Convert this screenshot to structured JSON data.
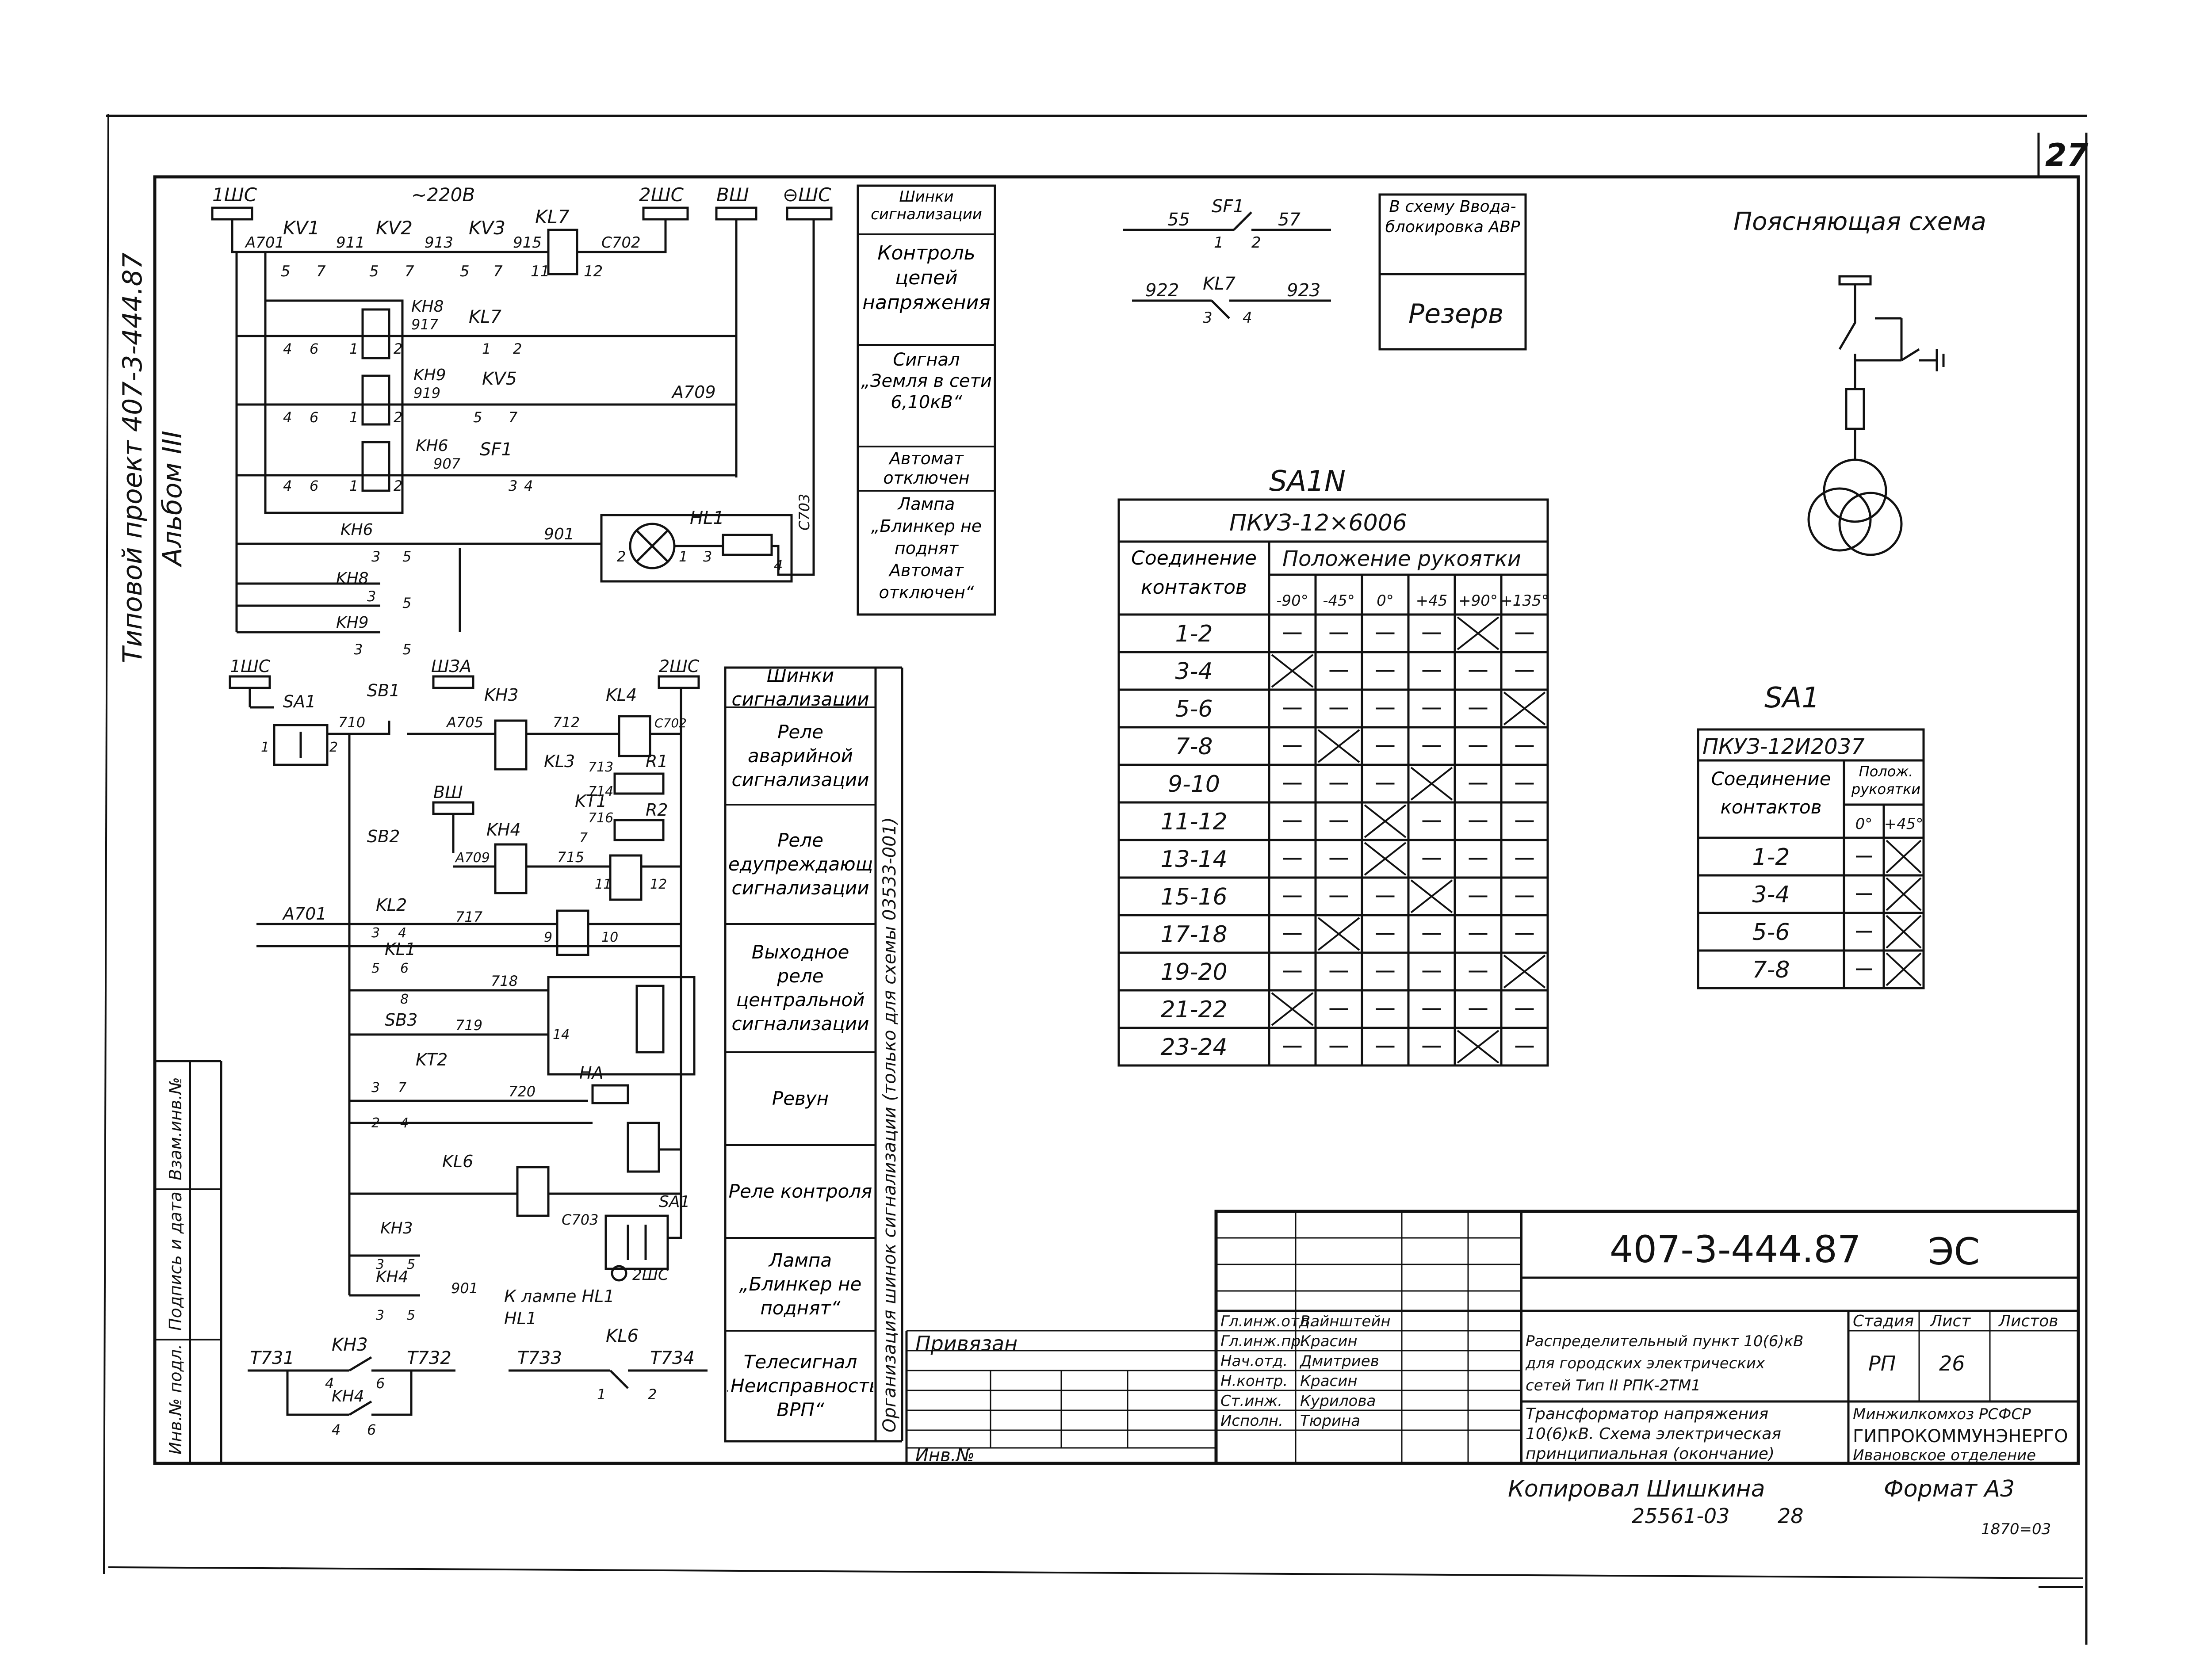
{
  "sheet": {
    "page_number": "27",
    "copied_by": "Копировал Шишкина",
    "copy_number": "25561-03",
    "copy_suffix": "28",
    "format": "Формат А3",
    "corner_note": "1870=03"
  },
  "side_labels": {
    "project": "Типовой проект 407-3-444.87",
    "album": "Альбом III",
    "stamps": [
      "Инв.№ подл.",
      "Подпись и дата",
      "Взам.инв.№"
    ]
  },
  "upper_circuit": {
    "bus_left": "1ШС",
    "bus_sigs": [
      "2ШС",
      "ВШ",
      "⊖ШС"
    ],
    "supply": "~220В",
    "top_relays": [
      "KV1",
      "KV2",
      "KV3",
      "KL7"
    ],
    "top_wires": [
      "A701",
      "911",
      "913",
      "915",
      "С702"
    ],
    "top_pins": [
      "5",
      "7",
      "5",
      "7",
      "5",
      "7",
      "11",
      "12"
    ],
    "rows": [
      {
        "relay": "KH8",
        "wire": "917",
        "contact": "KL7",
        "pins": [
          "4",
          "6",
          "1",
          "2"
        ],
        "end_pins": [
          "1",
          "2"
        ],
        "line": ""
      },
      {
        "relay": "KH9",
        "wire": "919",
        "contact": "KV5",
        "pins": [
          "4",
          "6",
          "1",
          "2"
        ],
        "end_pins": [
          "5",
          "7"
        ],
        "line": "A709"
      },
      {
        "relay": "KH6",
        "wire": "907",
        "contact": "SF1",
        "pins": [
          "4",
          "6",
          "1",
          "2"
        ],
        "end_pins": [
          "3",
          "4"
        ],
        "line": ""
      }
    ],
    "lamp": {
      "name": "HL1",
      "wire": "901",
      "pins": [
        "2",
        "1",
        "3",
        "4"
      ],
      "side_wire": "С703"
    },
    "buttons": [
      {
        "name": "KH6",
        "pins": [
          "3",
          "5"
        ]
      },
      {
        "name": "KH8",
        "pins": [
          "3",
          "5"
        ]
      },
      {
        "name": "KH9",
        "pins": [
          "3",
          "5"
        ]
      }
    ]
  },
  "upper_legend": [
    "Шинки сигнализации",
    "Контроль цепей напряжения",
    "Сигнал „Земля в сети 6,10кВ“",
    "Автомат отключен",
    "Лампа „Блинкер не поднят Автомат отключен“"
  ],
  "sf1_block": {
    "contact1": {
      "name": "SF1",
      "left_wire": "55",
      "right_wire": "57",
      "pins": [
        "1",
        "2"
      ]
    },
    "contact2": {
      "name": "KL7",
      "left_wire": "922",
      "right_wire": "923",
      "pins": [
        "3",
        "4"
      ]
    },
    "note": "В схему Ввода-блокировка АВР",
    "reserve": "Резерв"
  },
  "explanatory": {
    "title": "Поясняющая схема"
  },
  "sa1n": {
    "title": "SA1N",
    "type": "ПКУЗ-12×6006",
    "header_left": "Соединение контактов",
    "header_right": "Положение рукоятки",
    "positions": [
      "-90°",
      "-45°",
      "0°",
      "+45",
      "+90°",
      "+135°"
    ],
    "rows": [
      {
        "contacts": "1-2",
        "marks": [
          "-",
          "-",
          "-",
          "-",
          "x",
          "-"
        ]
      },
      {
        "contacts": "3-4",
        "marks": [
          "x",
          "-",
          "-",
          "-",
          "-",
          "-"
        ]
      },
      {
        "contacts": "5-6",
        "marks": [
          "-",
          "-",
          "-",
          "-",
          "-",
          "x"
        ]
      },
      {
        "contacts": "7-8",
        "marks": [
          "-",
          "x",
          "-",
          "-",
          "-",
          "-"
        ]
      },
      {
        "contacts": "9-10",
        "marks": [
          "-",
          "-",
          "-",
          "x",
          "-",
          "-"
        ]
      },
      {
        "contacts": "11-12",
        "marks": [
          "-",
          "-",
          "x",
          "-",
          "-",
          "-"
        ]
      },
      {
        "contacts": "13-14",
        "marks": [
          "-",
          "-",
          "x",
          "-",
          "-",
          "-"
        ]
      },
      {
        "contacts": "15-16",
        "marks": [
          "-",
          "-",
          "-",
          "x",
          "-",
          "-"
        ]
      },
      {
        "contacts": "17-18",
        "marks": [
          "-",
          "x",
          "-",
          "-",
          "-",
          "-"
        ]
      },
      {
        "contacts": "19-20",
        "marks": [
          "-",
          "-",
          "-",
          "-",
          "-",
          "x"
        ]
      },
      {
        "contacts": "21-22",
        "marks": [
          "x",
          "-",
          "-",
          "-",
          "-",
          "-"
        ]
      },
      {
        "contacts": "23-24",
        "marks": [
          "-",
          "-",
          "-",
          "-",
          "x",
          "-"
        ]
      }
    ]
  },
  "sa1": {
    "title": "SA1",
    "type": "ПКУЗ-12И2037",
    "header_left": "Соединение контактов",
    "header_right": "Полож. рукоятки",
    "positions": [
      "0°",
      "+45°"
    ],
    "rows": [
      {
        "contacts": "1-2",
        "marks": [
          "-",
          "x"
        ]
      },
      {
        "contacts": "3-4",
        "marks": [
          "-",
          "x"
        ]
      },
      {
        "contacts": "5-6",
        "marks": [
          "-",
          "x"
        ]
      },
      {
        "contacts": "7-8",
        "marks": [
          "-",
          "x"
        ]
      }
    ]
  },
  "lower_circuit": {
    "buses": [
      "1ШС",
      "ШЗА",
      "2ШС",
      "ВШ"
    ],
    "elements": [
      {
        "name": "SA1"
      },
      {
        "name": "SB1"
      },
      {
        "name": "KH3"
      },
      {
        "name": "KL4"
      },
      {
        "name": "KL3"
      },
      {
        "name": "KT1"
      },
      {
        "name": "R1"
      },
      {
        "name": "R2"
      },
      {
        "name": "SB2"
      },
      {
        "name": "KH4"
      },
      {
        "name": "KL2"
      },
      {
        "name": "KL1"
      },
      {
        "name": "SB3"
      },
      {
        "name": "KT2"
      },
      {
        "name": "HA"
      },
      {
        "name": "KL6"
      }
    ],
    "wires": [
      "710",
      "А705",
      "712",
      "С702",
      "713",
      "714",
      "716",
      "715",
      "А709",
      "A701",
      "717",
      "718",
      "719",
      "720",
      "С703",
      "901"
    ],
    "lamp_note": "К лампе HL1",
    "pins": [
      "1",
      "2",
      "3",
      "4",
      "5",
      "6",
      "7",
      "8",
      "9",
      "10",
      "11",
      "12",
      "14"
    ]
  },
  "bottom_circuit": {
    "left": {
      "wires": [
        "T731",
        "T732"
      ],
      "relays": [
        "KH3",
        "KH4"
      ],
      "pins": [
        "4",
        "6",
        "4",
        "6"
      ]
    },
    "right": {
      "wires": [
        "T733",
        "T734"
      ],
      "relay": "KL6",
      "pins": [
        "1",
        "2"
      ]
    }
  },
  "lower_legend": {
    "vertical": "Организация шинок сигнализации (только для схемы 03533-001)",
    "rows": [
      "Шинки сигнализации",
      "Реле аварийной сигнализации",
      "Реле предупреждающей сигнализации",
      "Выходное реле центральной сигнализации",
      "Ревун",
      "Реле контроля",
      "Лампа „Блинкер не поднят“",
      "Телесигнал „Неисправность ВРП“"
    ]
  },
  "title_block": {
    "code": "407-3-444.87",
    "mark": "ЭС",
    "privyazan": "Привязан",
    "inv": "Инв.№",
    "people": [
      {
        "role": "Гл.инж.отд.",
        "name": "Вайнштейн"
      },
      {
        "role": "Гл.инж.пр.",
        "name": "Красин"
      },
      {
        "role": "Нач.отд.",
        "name": "Дмитриев"
      },
      {
        "role": "Н.контр.",
        "name": "Красин"
      },
      {
        "role": "Ст.инж.",
        "name": "Курилова"
      },
      {
        "role": "Исполн.",
        "name": "Тюрина"
      }
    ],
    "description": [
      "Распределительный пункт 10(6)кВ",
      "для городских электрических",
      "сетей   Тип II РПК-2ТМ1"
    ],
    "stage_header": "Стадия",
    "sheet_header": "Лист",
    "sheets_header": "Листов",
    "stage": "РП",
    "sheet": "26",
    "sheets": "",
    "drawing_title": [
      "Трансформатор напряжения",
      "10(6)кВ. Схема электрическая",
      "принципиальная (окончание)"
    ],
    "org": [
      "Минжилкомхоз РСФСР",
      "ГИПРОКОММУНЭНЕРГО",
      "Ивановское отделение"
    ]
  }
}
